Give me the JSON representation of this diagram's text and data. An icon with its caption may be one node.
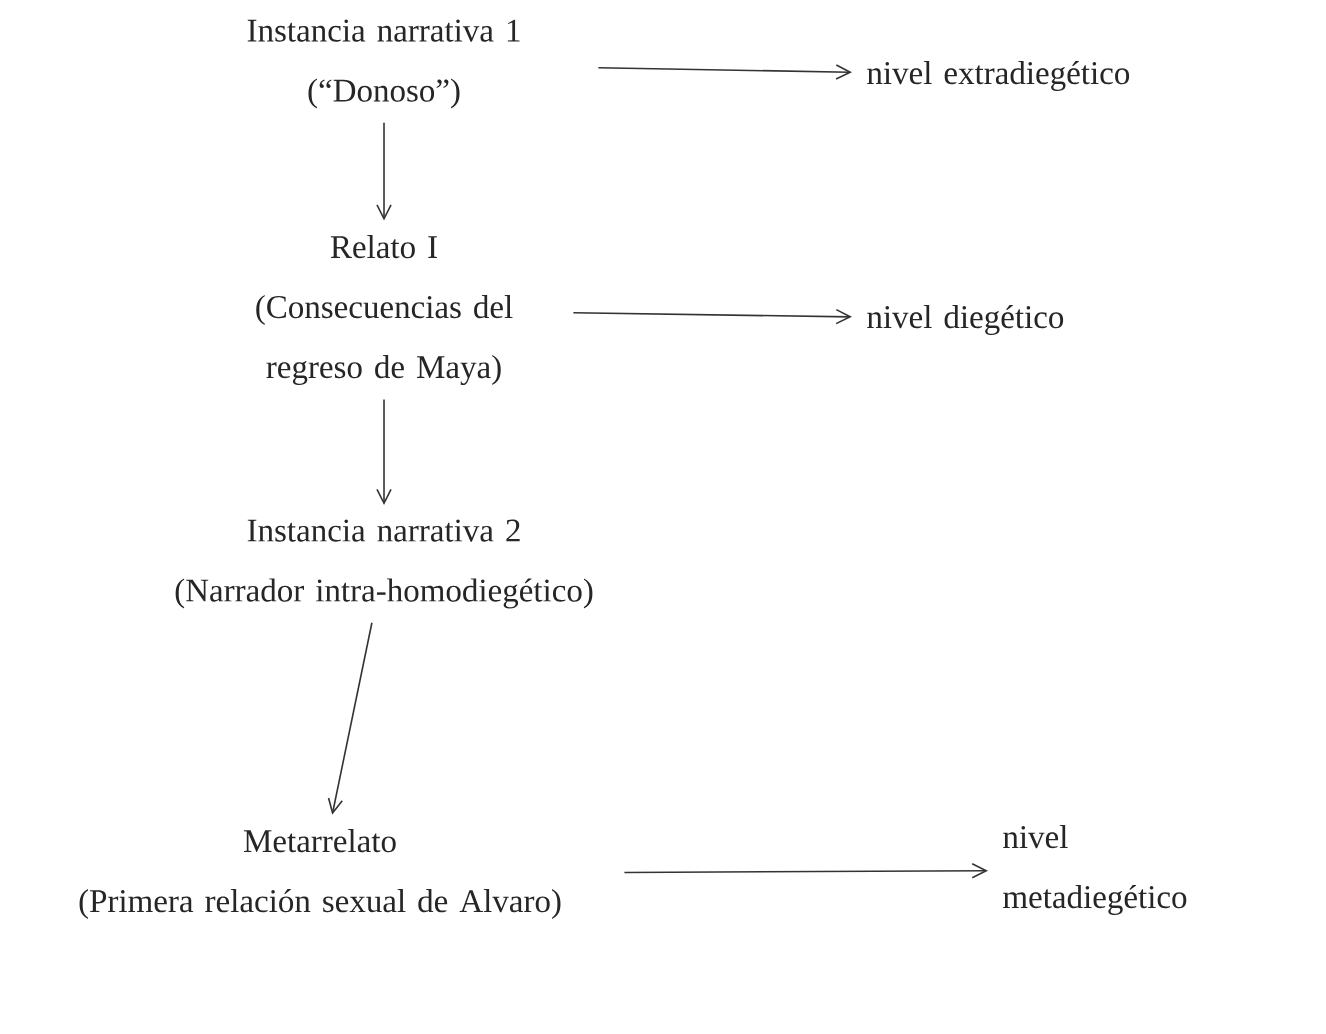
{
  "diagram": {
    "nodes": [
      {
        "text": [
          "Instancia narrativa 1",
          "(“Donoso”)"
        ]
      },
      {
        "text": [
          "nivel extradiegético"
        ]
      },
      {
        "text": [
          "Relato I",
          "(Consecuencias del regreso de Maya)"
        ]
      },
      {
        "text": [
          "nivel diegético"
        ]
      },
      {
        "text": [
          "Instancia narrativa 2",
          "(Narrador intra-homodiegético)"
        ]
      },
      {
        "text": [
          "Metarrelato",
          "(Primera relación sexual de Alvaro)"
        ]
      },
      {
        "text": [
          "nivel metadiegético"
        ]
      }
    ],
    "edges": [
      {
        "from": 0,
        "to": 1,
        "arrow": "to"
      },
      {
        "from": 0,
        "to": 2,
        "arrow": "to"
      },
      {
        "from": 2,
        "to": 3,
        "arrow": "to"
      },
      {
        "from": 2,
        "to": 4,
        "arrow": "to"
      },
      {
        "from": 4,
        "to": 5,
        "arrow": "to"
      },
      {
        "from": 5,
        "to": 6,
        "arrow": "to"
      }
    ]
  }
}
